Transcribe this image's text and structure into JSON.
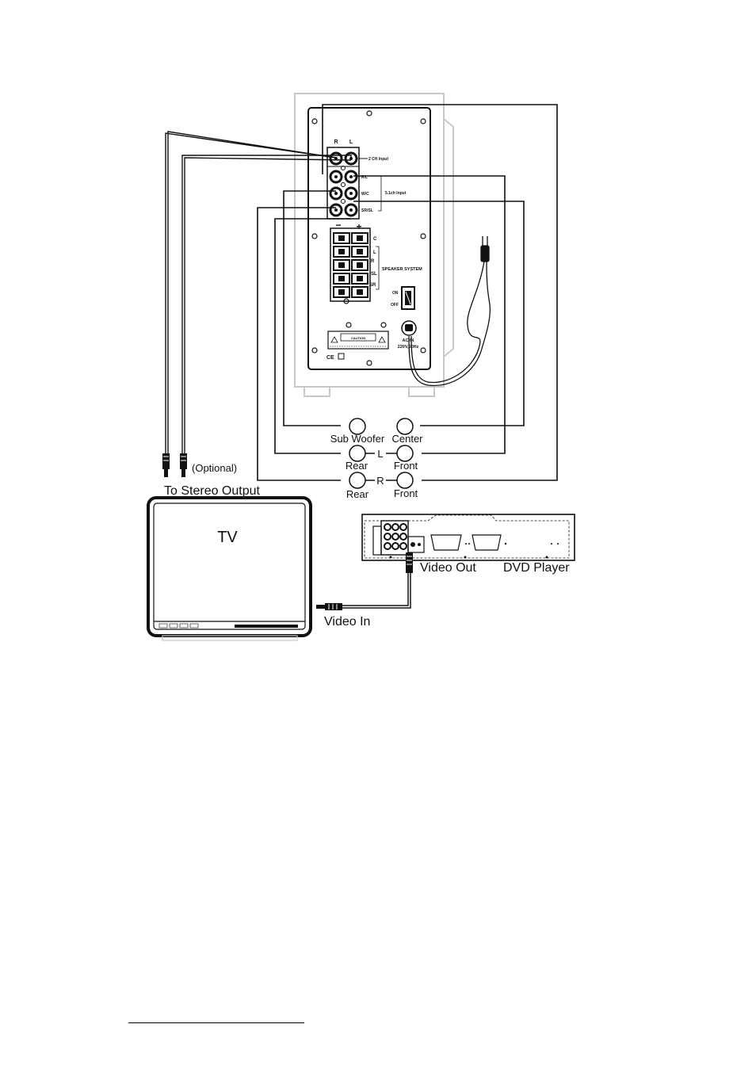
{
  "subwoofer_panel": {
    "channel_top_r": "R",
    "channel_top_l": "L",
    "input_2ch": "2 CH Input",
    "input_rl": "R/L",
    "input_wc": "W/C",
    "input_srsl": "SR/SL",
    "input_51": "5.1ch Input",
    "minus": "−",
    "plus": "+",
    "spk_c": "C",
    "spk_l": "L",
    "spk_r": "R",
    "spk_sl": "SL",
    "spk_sr": "SR",
    "speaker_system": "SPEAKER SYSTEM",
    "switch_on": "ON",
    "switch_off": "OFF",
    "ac_in": "AC IN",
    "ac_rating": "220V,50Hz",
    "warning_caption": "CAUTION",
    "cert_marks": "CE"
  },
  "speaker_outputs": {
    "sub_woofer": "Sub Woofer",
    "center": "Center",
    "letter_l": "L",
    "letter_r": "R",
    "rear_l": "Rear",
    "front_l": "Front",
    "rear_r": "Rear",
    "front_r": "Front"
  },
  "labels": {
    "optional": "(Optional)",
    "to_stereo_output": "To Stereo Output",
    "tv": "TV",
    "video_out": "Video Out",
    "dvd_player": "DVD Player",
    "video_in": "Video In"
  }
}
